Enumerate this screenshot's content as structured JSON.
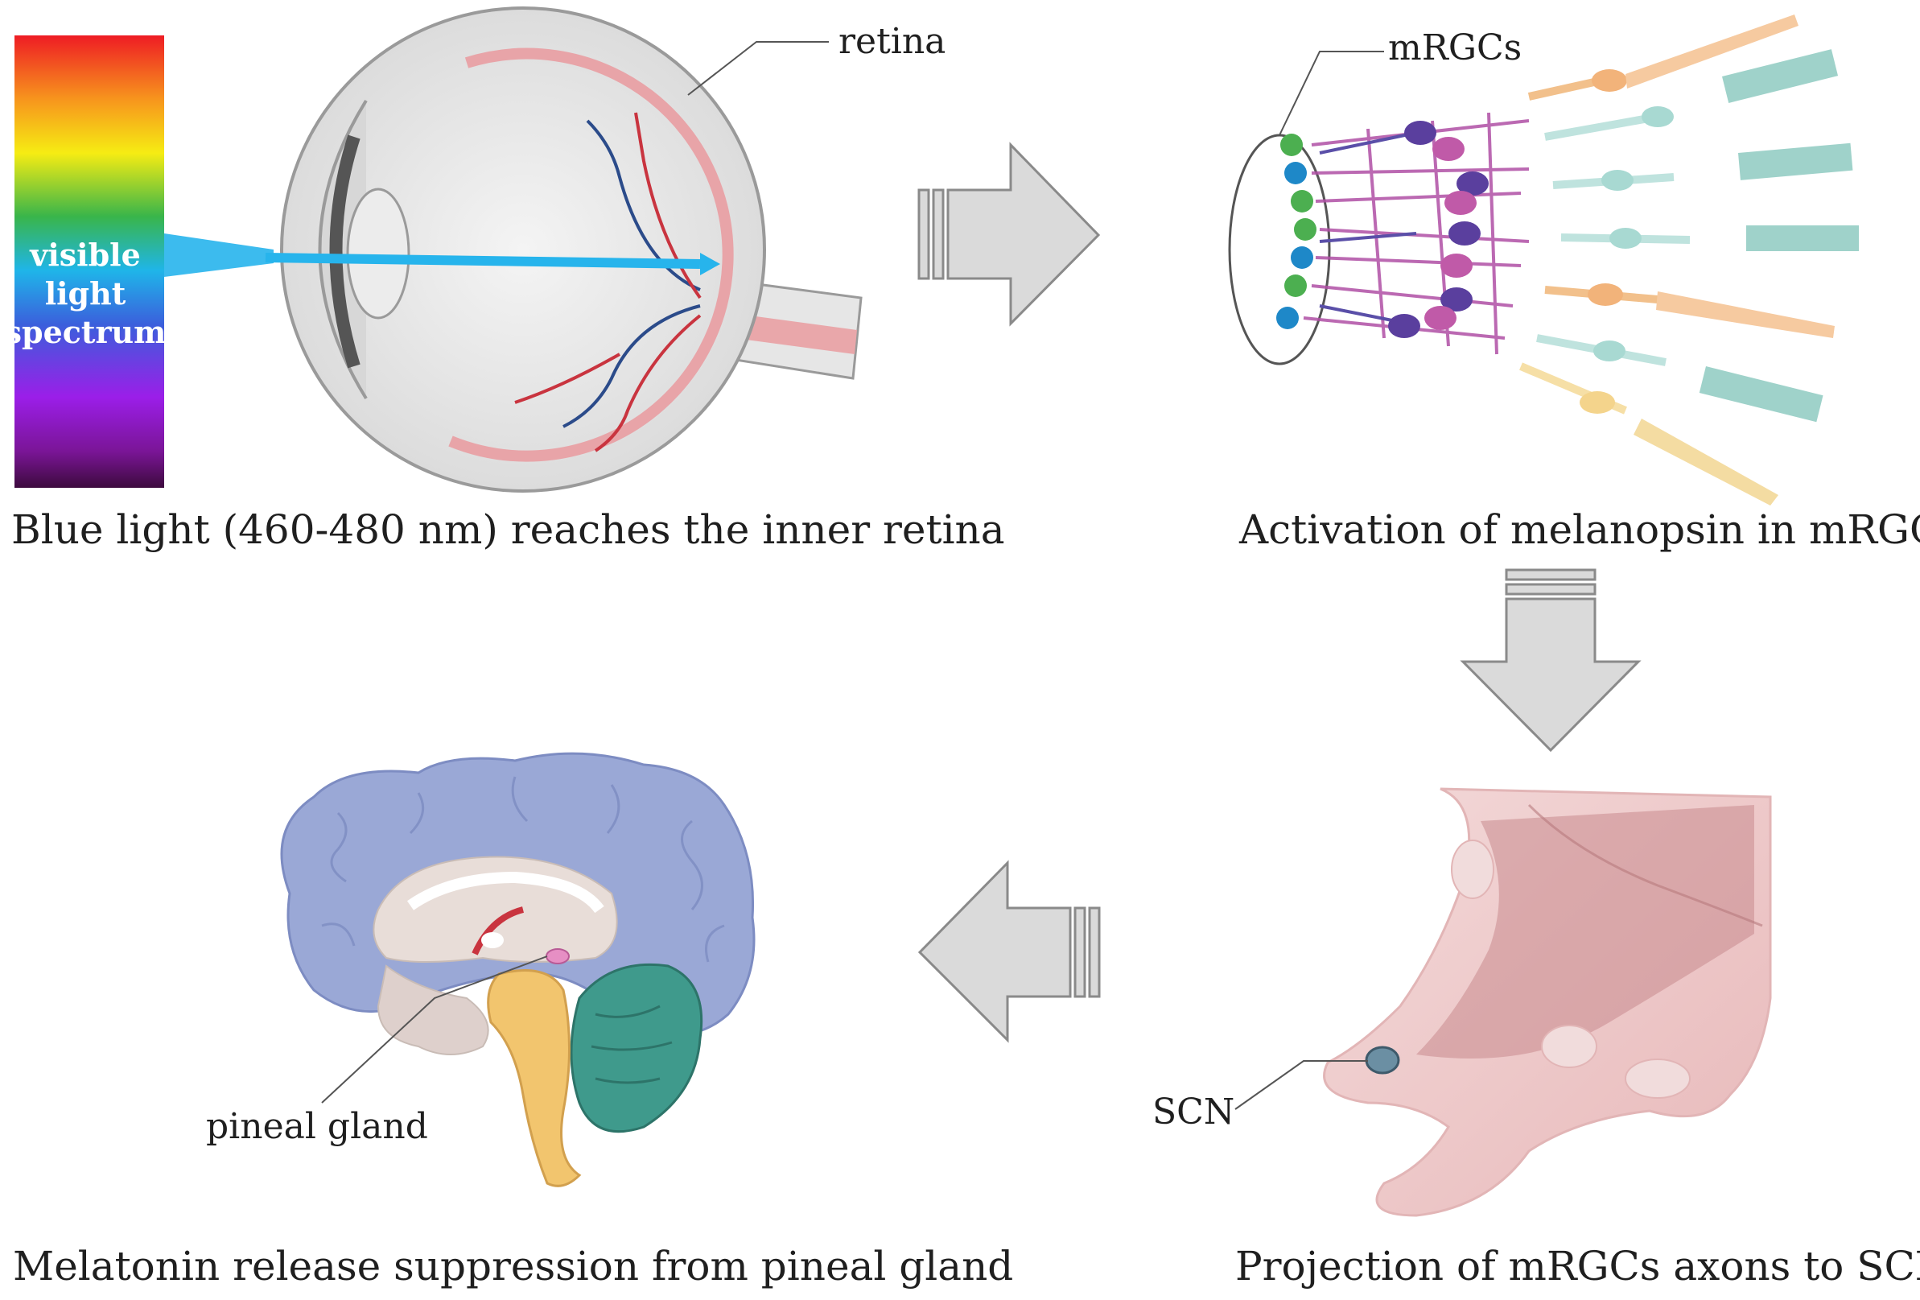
{
  "captions": {
    "step1": "Blue light (460-480 nm) reaches the inner retina",
    "step2": "Activation of melanopsin in mRGCs",
    "step3": "Projection of mRGCs axons to SCN",
    "step4": "Melatonin release suppression from pineal gland"
  },
  "labels": {
    "retina": "retina",
    "mrgcs": "mRGCs",
    "scn": "SCN",
    "pineal": "pineal gland"
  },
  "spectrum": {
    "line1": "visible",
    "line2": "light",
    "line3": "spectrum"
  },
  "colors": {
    "blue_beam": "#27b4ec",
    "cortex": "#9aa8d6",
    "cerebellum": "#3f9a8c",
    "brainstem": "#f2c56e",
    "arrow_fill": "#dadada"
  }
}
